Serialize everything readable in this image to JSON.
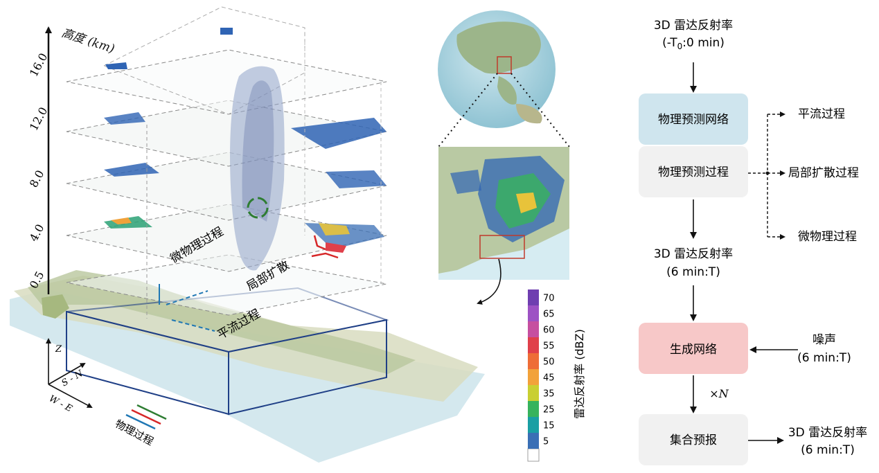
{
  "axis": {
    "label": "高度 (km)",
    "ticks": [
      "16.0",
      "12.0",
      "8.0",
      "4.0",
      "0.5"
    ]
  },
  "layers": {
    "microphysics": "微物理过程",
    "diffusion": "局部扩散",
    "advection": "平流过程"
  },
  "compass": {
    "z": "Z",
    "sn": "S - N",
    "we": "W - E"
  },
  "legend_arrows_label": "物理过程",
  "colorbar": {
    "label": "雷达反射率 (dBZ)",
    "ticks": [
      "70",
      "65",
      "60",
      "55",
      "50",
      "45",
      "35",
      "25",
      "15",
      "5"
    ],
    "colors": [
      "#6f3fb0",
      "#9d52c4",
      "#c64fa0",
      "#e0404a",
      "#ee6d37",
      "#f2a23a",
      "#c9cf32",
      "#37b35d",
      "#1a9fa4",
      "#3a6fb5"
    ]
  },
  "flow": {
    "input": "3D 雷达反射率",
    "input_sub_pre": "(-T",
    "input_sub_idx": "0",
    "input_sub_post": ":0 min)",
    "phys_net": "物理预测网络",
    "phys_proc": "物理预测过程",
    "branches": [
      "平流过程",
      "局部扩散过程",
      "微物理过程"
    ],
    "mid": "3D 雷达反射率",
    "mid_sub": "(6 min:T)",
    "gen_net": "生成网络",
    "noise": "噪声",
    "noise_sub": "(6 min:T)",
    "times_n": "×N",
    "ensemble": "集合预报",
    "output": "3D 雷达反射率",
    "output_sub": "(6 min:T)"
  }
}
